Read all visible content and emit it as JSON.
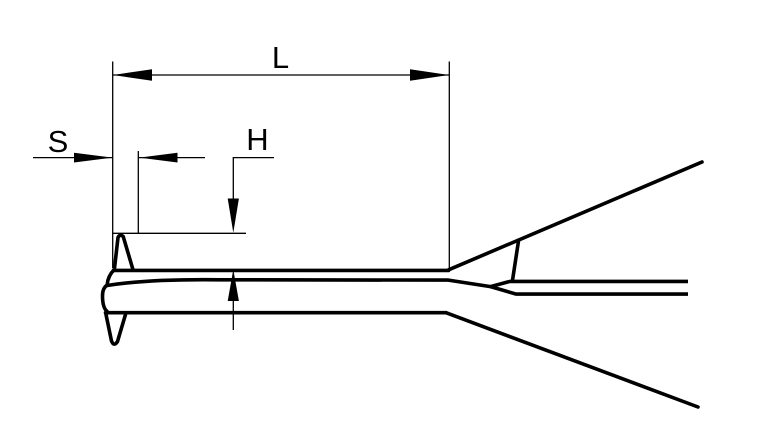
{
  "drawing": {
    "title": "tweezers-tip-dimension-drawing",
    "labels": {
      "length": "L",
      "tip_thickness": "S",
      "tip_height": "H"
    },
    "colors": {
      "line": "#000000",
      "background": "#ffffff"
    }
  }
}
